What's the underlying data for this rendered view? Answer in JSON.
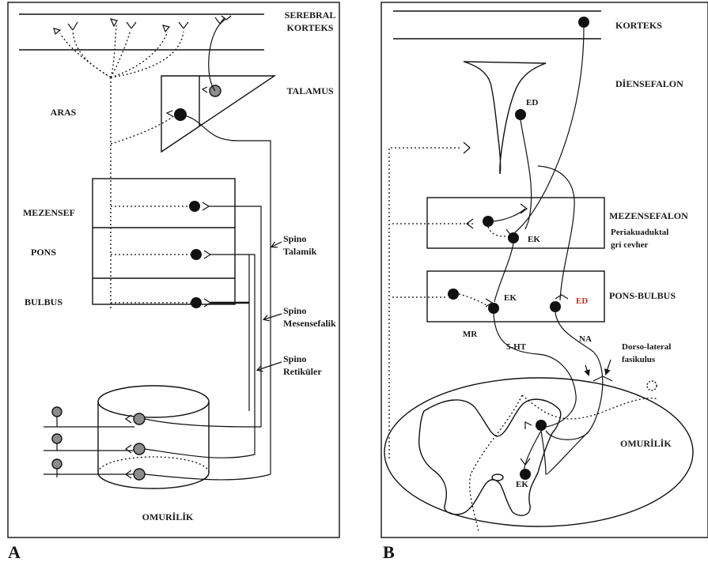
{
  "panel_a": {
    "letter": "A",
    "labels": {
      "cortex_1": "SEREBRAL",
      "cortex_2": "KORTEKS",
      "thalamus": "TALAMUS",
      "aras": "ARAS",
      "mesencephalon": "MEZENSEF",
      "pons": "PONS",
      "bulbus": "BULBUS",
      "spino_talamik_1": "Spino",
      "spino_talamik_2": "Talamik",
      "spino_mesensefalik_1": "Spino",
      "spino_mesensefalik_2": "Mesensefalik",
      "spino_retikuler_1": "Spino",
      "spino_retikuler_2": "Retiküler",
      "spinal_cord": "OMURİLİK"
    }
  },
  "panel_b": {
    "letter": "B",
    "labels": {
      "cortex": "KORTEKS",
      "diencephalon": "DİENSEFALON",
      "ed_top": "ED",
      "mesencephalon": "MEZENSEFALON",
      "pag_1": "Periakuaduktal",
      "pag_2": "gri cevher",
      "ek_mid": "EK",
      "pons_bulbus": "PONS-BULBUS",
      "ek_pons": "EK",
      "ed_pons": "ED",
      "mr": "MR",
      "na": "NA",
      "dlf_1": "Dorso-lateral",
      "dlf_2": "fasikulus",
      "ht": "5-HT",
      "spinal_cord": "OMURİLİK",
      "ek_cord": "EK"
    }
  },
  "colors": {
    "line": "#111111",
    "ed_highlight": "#c0302a",
    "gray_cell": "#8c8c8c"
  }
}
